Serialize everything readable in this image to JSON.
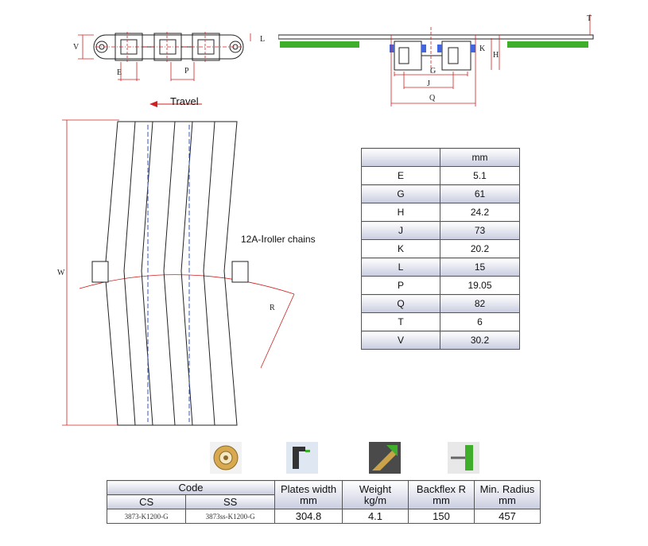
{
  "labels": {
    "travel": "Travel",
    "roller_chains": "12A-Ⅰroller chains",
    "dim_V": "V",
    "dim_E": "E",
    "dim_P": "P",
    "dim_L": "L",
    "dim_T": "T",
    "dim_K": "K",
    "dim_H": "H",
    "dim_G": "G",
    "dim_J": "J",
    "dim_Q": "Q",
    "dim_W": "W",
    "dim_R": "R"
  },
  "dimensions_table": {
    "header_unit": "mm",
    "rows": [
      {
        "key": "E",
        "value": "5.1"
      },
      {
        "key": "G",
        "value": "61"
      },
      {
        "key": "H",
        "value": "24.2"
      },
      {
        "key": "J",
        "value": "73"
      },
      {
        "key": "K",
        "value": "20.2"
      },
      {
        "key": "L",
        "value": "15"
      },
      {
        "key": "P",
        "value": "19.05"
      },
      {
        "key": "Q",
        "value": "82"
      },
      {
        "key": "T",
        "value": "6"
      },
      {
        "key": "V",
        "value": "30.2"
      }
    ]
  },
  "icons": [
    "sprocket-icon",
    "profile-section-icon",
    "chain-corner-icon",
    "wear-strip-icon"
  ],
  "spec_table": {
    "code_header": "Code",
    "cs_header": "CS",
    "ss_header": "SS",
    "plates_width_header": "Plates width",
    "plates_width_unit": "mm",
    "weight_header": "Weight",
    "weight_unit": "kg/m",
    "backflex_header": "Backflex R",
    "backflex_unit": "mm",
    "min_radius_header": "Min. Radius",
    "min_radius_unit": "mm",
    "cs_code": "3873-K1200-G",
    "ss_code": "3873ss-K1200-G",
    "plates_width": "304.8",
    "weight": "4.1",
    "backflex": "150",
    "min_radius": "457"
  },
  "colors": {
    "dimension_lines": "#d02020",
    "wear_strip": "#3fae2a",
    "guide_blue": "#3355cc",
    "table_shade": "#c9ccdf"
  }
}
